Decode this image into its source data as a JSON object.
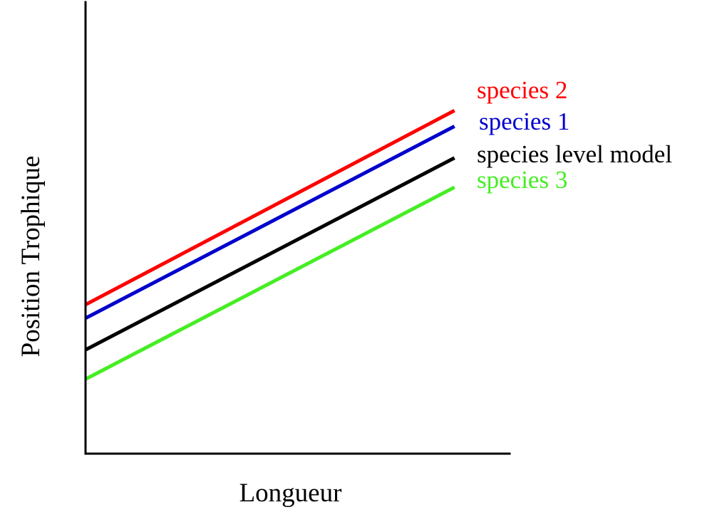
{
  "chart_data": {
    "type": "line",
    "title": "",
    "xlabel": "Longueur",
    "ylabel": "Position Trophique",
    "xlim": [
      0,
      1
    ],
    "ylim": [
      0,
      1
    ],
    "x_ticks": [],
    "y_ticks": [],
    "grid": false,
    "legend": "inline labels at right end of lines",
    "series": [
      {
        "name": "species 2",
        "color": "#ff0000",
        "x": [
          0,
          0.87
        ],
        "y": [
          0.33,
          0.76
        ]
      },
      {
        "name": "species 1",
        "color": "#0000cc",
        "x": [
          0,
          0.87
        ],
        "y": [
          0.3,
          0.725
        ]
      },
      {
        "name": "species level model",
        "color": "#000000",
        "x": [
          0,
          0.87
        ],
        "y": [
          0.23,
          0.655
        ]
      },
      {
        "name": "species 3",
        "color": "#44ee22",
        "x": [
          0,
          0.87
        ],
        "y": [
          0.165,
          0.59
        ]
      }
    ]
  }
}
